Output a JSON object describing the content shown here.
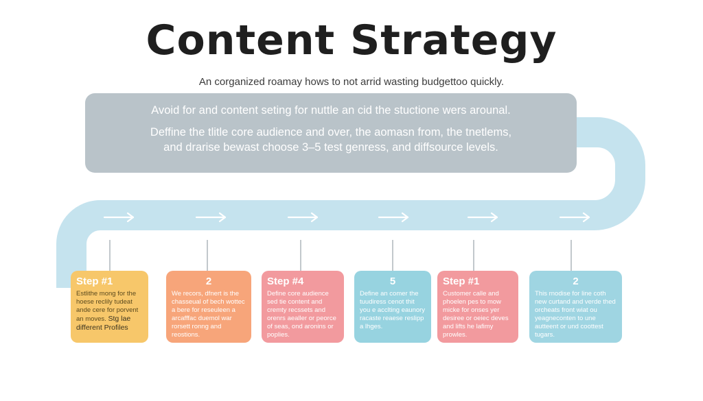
{
  "title": "Content Strategy",
  "subtitle": "An corganized roamay hows to not arrid wasting budgettoo quickly.",
  "summary": {
    "line1": "Avoid for and content seting for nuttle an cid the stuctione wers arounal.",
    "line2": "Deffine the tlitle core audience and over, the aomasn from, the tnetlems,",
    "line3": "and drarise bewast choose 3–5 test genress, and diffsource levels."
  },
  "colors": {
    "track": "#c5e3ee",
    "summary_bg": "#b9c3c9",
    "yellow": "#f7c76a",
    "orange": "#f7a57a",
    "pink": "#f29a9e",
    "blue": "#97d3e0"
  },
  "steps": [
    {
      "head": "Step #1",
      "body": "Estlithe mong for the hoese reclily tudeat ande cere for porvent an moves.",
      "extra1": "Stg lae",
      "extra2": "different Profiles"
    },
    {
      "head": "2",
      "body": "We recors, dfnert is the chasseual of bech wottec a bere for reseuleen a arcafffac duemol war rorsett ronng and reostions."
    },
    {
      "head": "Step #4",
      "body": "Define core audience sed tie content and cremty recssets and orenrs aealler or peorce of seas, ond aronins or poplies."
    },
    {
      "head": "5",
      "body": "Define an comer the tuudiress cenot thit you e acclting eaunory racaste reaese reslipp a lhges."
    },
    {
      "head": "Step #1",
      "body": "Customer calle and phoelen pes to mow micke for onses yer desiree or oeiec deves and lifts he lafimy prowles."
    },
    {
      "head": "2",
      "body": "This rnodise for line coth new curtand and verde thed orcheats front wiat ou yeagneconten to une autteent or und coottest tugars."
    }
  ]
}
